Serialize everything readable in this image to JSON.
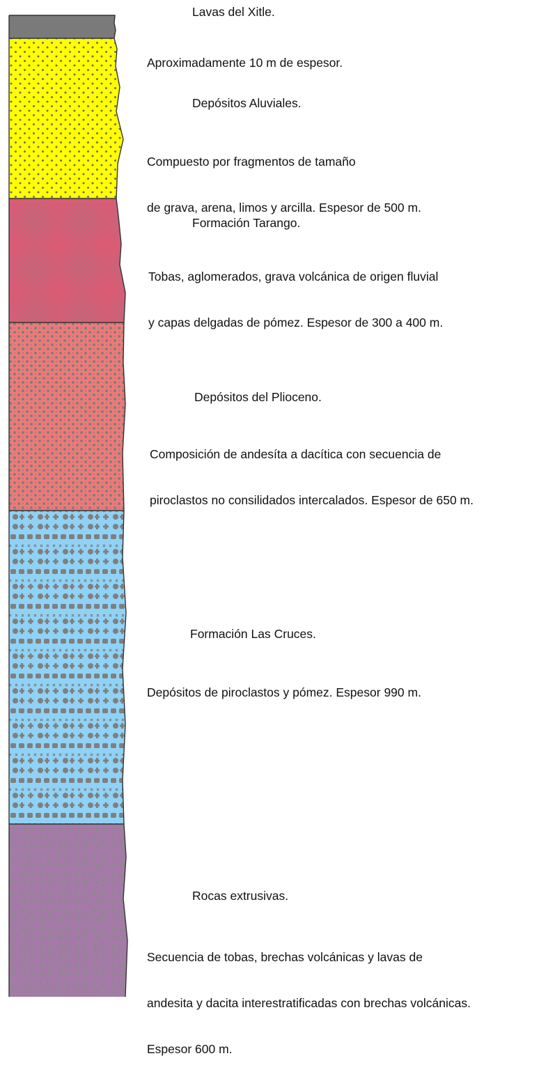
{
  "colors": {
    "xitle": "#7a7a7a",
    "aluviales": "#ffff00",
    "tarango": "#e05a75",
    "plioceno": "#ee7a78",
    "las_cruces": "#8fd2f5",
    "extrusivas": "#a57aa8",
    "pattern": "#7f7f7f",
    "outline": "#333333"
  },
  "layers": [
    {
      "id": "xitle",
      "name": "Lavas del Xitle.",
      "description": [
        "Aproximadamente 10 m de espesor."
      ]
    },
    {
      "id": "aluviales",
      "name": "Depósitos Aluviales.",
      "description": [
        "Compuesto por fragmentos de tamaño",
        "de grava, arena, limos y arcilla. Espesor de 500 m."
      ]
    },
    {
      "id": "tarango",
      "name": "Formación Tarango.",
      "description": [
        "Tobas, aglomerados, grava volcánica de origen fluvial",
        "y capas delgadas de pómez. Espesor de 300 a 400 m."
      ]
    },
    {
      "id": "plioceno",
      "name": "Depósitos del Plioceno.",
      "description": [
        "Composición de andesíta a dacítica con secuencia de",
        "piroclastos no consilidados intercalados. Espesor de 650 m."
      ]
    },
    {
      "id": "las_cruces",
      "name": "Formación Las Cruces.",
      "description": [
        "Depósitos de piroclastos y pómez. Espesor 990 m."
      ]
    },
    {
      "id": "extrusivas",
      "name": "Rocas extrusivas.",
      "description": [
        "Secuencia de tobas, brechas volcánicas y lavas de",
        "andesita y dacita interestratificadas con brechas volcánicas.",
        "Espesor 600 m."
      ]
    }
  ]
}
